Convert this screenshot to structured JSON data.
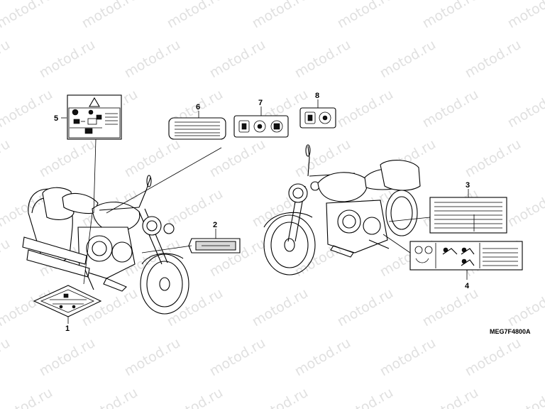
{
  "watermark": "motod.ru",
  "callouts": [
    "1",
    "2",
    "3",
    "4",
    "5",
    "6",
    "7",
    "8"
  ],
  "diagram_code": "MEG7F4800A",
  "colors": {
    "ink": "#000000",
    "watermark": "#c8c8c8",
    "label_tint": "#d8d8d8"
  }
}
